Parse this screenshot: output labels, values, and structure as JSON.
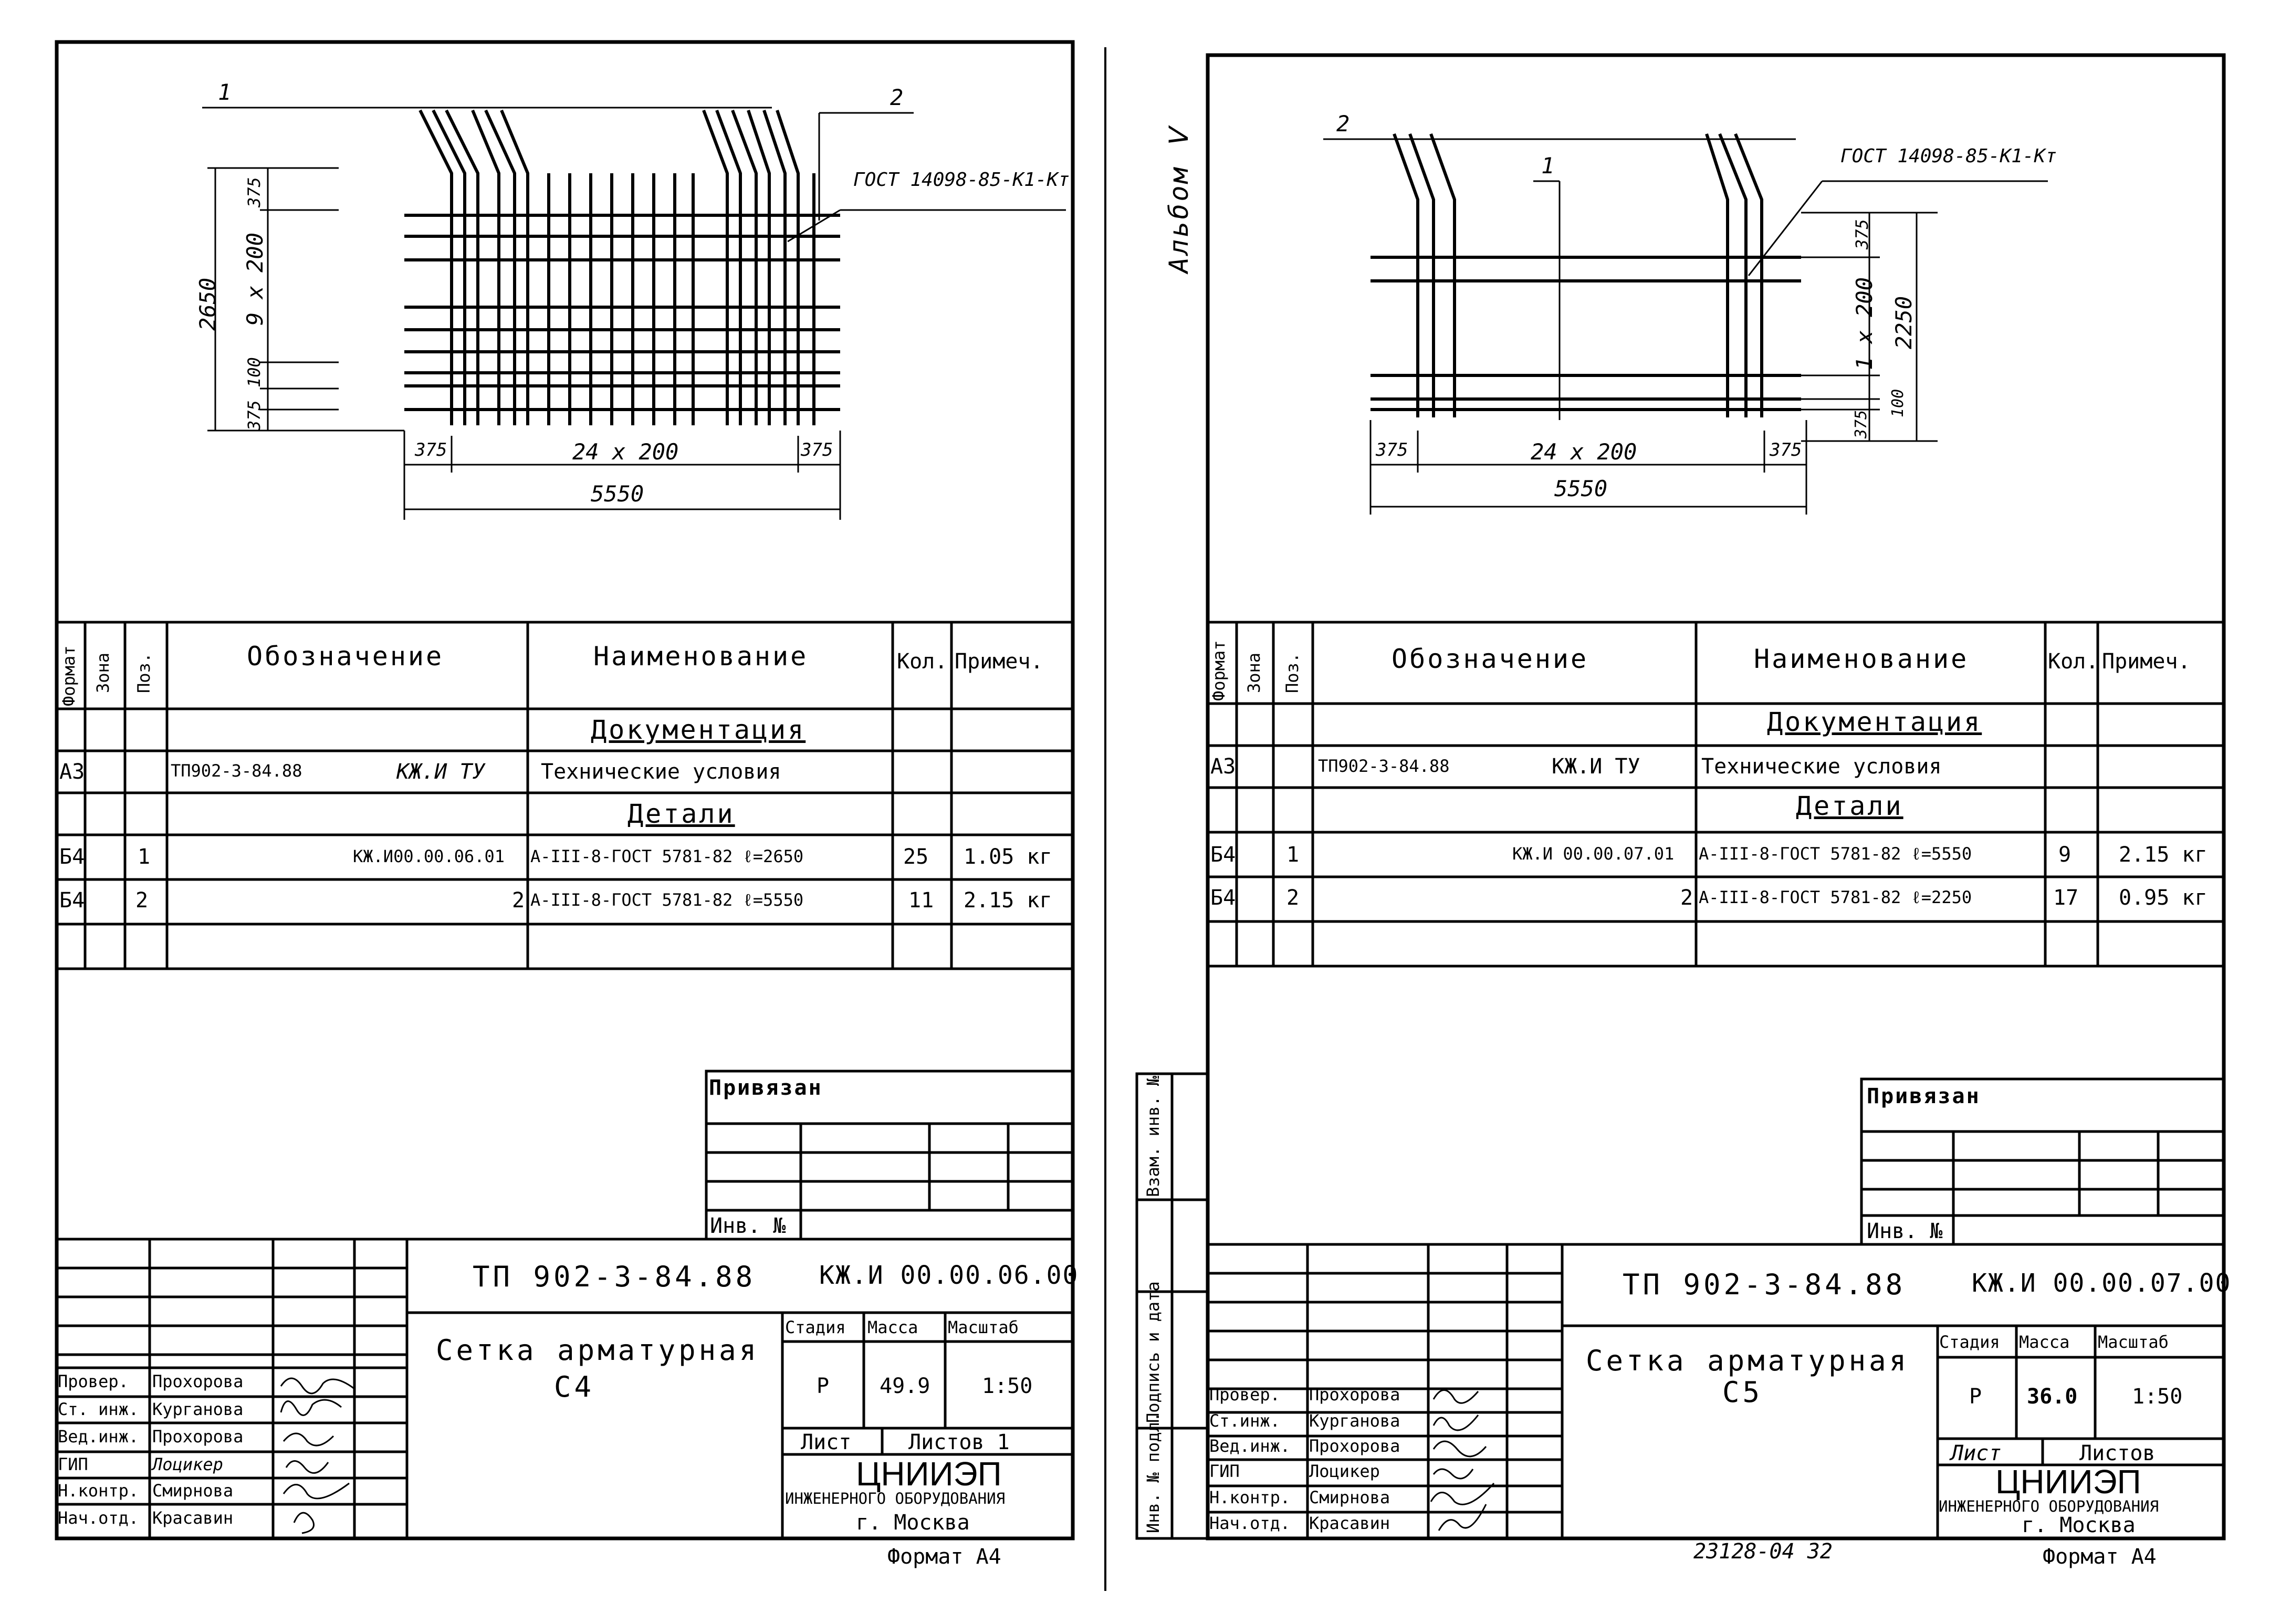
{
  "album_label": "Альбом Ⅴ",
  "page_number_text": "23128-04  32",
  "sheets": [
    {
      "drawing": {
        "callout_1": "1",
        "callout_2": "2",
        "gost_mark": "ГОСТ 14098-85-К1-Кт",
        "dim_total_height": "2650",
        "dim_spacing_vertical": "9 x 200",
        "dim_top_edge": "375",
        "dim_gap": "100",
        "dim_bottom_edge": "375",
        "dim_left_edge": "375",
        "dim_spacing_horizontal": "24 x 200",
        "dim_right_edge": "375",
        "dim_total_width": "5550"
      },
      "spec": {
        "col_format": "Формат",
        "col_zone": "Зона",
        "col_pos": "Поз.",
        "col_designation": "Обозначение",
        "col_name": "Наименование",
        "col_qty": "Кол.",
        "col_note": "Примеч.",
        "section_docs": "Документация",
        "section_parts": "Детали",
        "rows": [
          {
            "format": "А3",
            "zone": "",
            "pos": "",
            "designation_a": "ТП902-3-84.88",
            "designation_b": "КЖ.И ТУ",
            "name": "Технические условия",
            "qty": "",
            "note": ""
          },
          {
            "format": "Б4",
            "zone": "",
            "pos": "1",
            "designation_a": "",
            "designation_b": "КЖ.И00.00.06.01",
            "name": "А-III-8-ГОСТ 5781-82    ℓ=2650",
            "qty": "25",
            "note": "1.05 кг"
          },
          {
            "format": "Б4",
            "zone": "",
            "pos": "2",
            "designation_a": "",
            "designation_b": "2",
            "name": "А-III-8-ГОСТ 5781-82    ℓ=5550",
            "qty": "11",
            "note": "2.15 кг"
          }
        ]
      },
      "privyazan": "Привязан",
      "inv_no": "Инв. №",
      "title_block": {
        "project_code": "ТП 902-3-84.88",
        "doc_code": "КЖ.И 00.00.06.00",
        "item_title": "Сетка арматурная",
        "item_code": "С4",
        "stage_label": "Стадия",
        "mass_label": "Масса",
        "scale_label": "Масштаб",
        "stage": "Р",
        "mass": "49.9",
        "scale": "1:50",
        "sheet_label": "Лист",
        "sheets_label": "Листов 1",
        "org_name": "ЦНИИЭП",
        "org_sub": "инженерного оборудования",
        "org_city": "г. Москва",
        "format_label": "Формат А4"
      },
      "signatures": [
        {
          "role": "Провер.",
          "name": "Прохорова"
        },
        {
          "role": "Ст. инж.",
          "name": "Курганова"
        },
        {
          "role": "Вед.инж.",
          "name": "Прохорова"
        },
        {
          "role": "ГИП",
          "name": "Лоцикер"
        },
        {
          "role": "Н.контр.",
          "name": "Смирнова"
        },
        {
          "role": "Нач.отд.",
          "name": "Красавин"
        }
      ]
    },
    {
      "drawing": {
        "callout_1": "1",
        "callout_2": "2",
        "gost_mark": "ГОСТ 14098-85-К1-Кт",
        "dim_total_height": "2250",
        "dim_spacing_vertical": "1 x 200",
        "dim_top_edge": "375",
        "dim_gap": "100",
        "dim_bottom_edge": "375",
        "dim_left_edge": "375",
        "dim_spacing_horizontal": "24 x 200",
        "dim_right_edge": "375",
        "dim_total_width": "5550"
      },
      "spec": {
        "col_format": "Формат",
        "col_zone": "Зона",
        "col_pos": "Поз.",
        "col_designation": "Обозначение",
        "col_name": "Наименование",
        "col_qty": "Кол.",
        "col_note": "Примеч.",
        "section_docs": "Документация",
        "section_parts": "Детали",
        "rows": [
          {
            "format": "А3",
            "zone": "",
            "pos": "",
            "designation_a": "ТП902-3-84.88",
            "designation_b": "КЖ.И ТУ",
            "name": "Технические условия",
            "qty": "",
            "note": ""
          },
          {
            "format": "Б4",
            "zone": "",
            "pos": "1",
            "designation_a": "",
            "designation_b": "КЖ.И 00.00.07.01",
            "name": "А-III-8-ГОСТ 5781-82  ℓ=5550",
            "qty": "9",
            "note": "2.15 кг"
          },
          {
            "format": "Б4",
            "zone": "",
            "pos": "2",
            "designation_a": "",
            "designation_b": "2",
            "name": "А-III-8-ГОСТ 5781-82  ℓ=2250",
            "qty": "17",
            "note": "0.95 кг"
          }
        ]
      },
      "privyazan": "Привязан",
      "inv_no": "Инв. №",
      "title_block": {
        "project_code": "ТП 902-3-84.88",
        "doc_code": "КЖ.И 00.00.07.00",
        "item_title": "Сетка арматурная",
        "item_code": "С5",
        "stage_label": "Стадия",
        "mass_label": "Масса",
        "scale_label": "Масштаб",
        "stage": "Р",
        "mass": "36.0",
        "scale": "1:50",
        "sheet_label": "Лист",
        "sheets_label": "Листов",
        "org_name": "ЦНИИЭП",
        "org_sub": "инженерного оборудования",
        "org_city": "г. Москва",
        "format_label": "Формат А4"
      },
      "signatures": [
        {
          "role": "Провер.",
          "name": "Прохорова"
        },
        {
          "role": "Ст.инж.",
          "name": "Курганова"
        },
        {
          "role": "Вед.инж.",
          "name": "Прохорова"
        },
        {
          "role": "ГИП",
          "name": "Лоцикер"
        },
        {
          "role": "Н.контр.",
          "name": "Смирнова"
        },
        {
          "role": "Нач.отд.",
          "name": "Красавин"
        }
      ]
    }
  ],
  "side_stamp": {
    "inv_orig": "Инв. № подл.",
    "sign_date": "Подпись и дата",
    "replace_inv": "Взам. инв. №"
  }
}
